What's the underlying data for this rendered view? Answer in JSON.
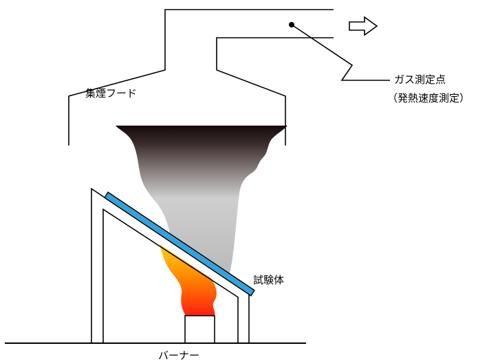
{
  "labels": {
    "hood": "集煙フード",
    "gas_point": "ガス測定点",
    "gas_point_note": "（発熱速度測定）",
    "specimen": "試験体",
    "burner": "バーナー"
  },
  "colors": {
    "smoke_top": "#140a0a",
    "smoke_dark": "#3a2c2c",
    "smoke_mid": "#8a8080",
    "smoke_light": "#cfcfcf",
    "smoke_bottom": "#b9b9b9",
    "flame_top": "#ffd21a",
    "flame_mid": "#ff8a00",
    "flame_bottom": "#ff1e10",
    "panel": "#3aa0d8",
    "outline": "#000000"
  },
  "icons": {
    "exhaust_arrow": "hollow-right-arrow-icon",
    "measurement_point": "dot-icon"
  }
}
